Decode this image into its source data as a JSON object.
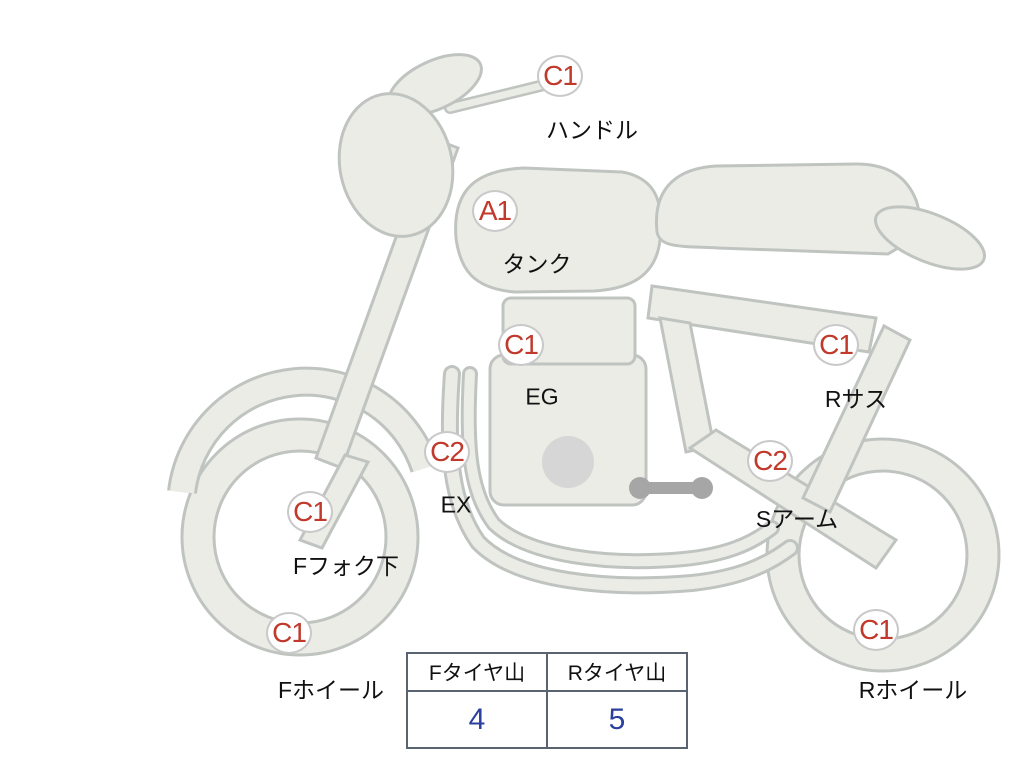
{
  "diagram": {
    "type": "motorcycle-condition-map",
    "markers": [
      {
        "part": "handle",
        "grade": "C1",
        "label": "ハンドル"
      },
      {
        "part": "tank",
        "grade": "A1",
        "label": "タンク"
      },
      {
        "part": "engine",
        "grade": "C1",
        "label": "EG"
      },
      {
        "part": "rear-suspension",
        "grade": "C1",
        "label": "Rサス"
      },
      {
        "part": "exhaust",
        "grade": "C2",
        "label": "EX"
      },
      {
        "part": "swing-arm",
        "grade": "C2",
        "label": "Sアーム"
      },
      {
        "part": "front-fork-lower",
        "grade": "C1",
        "label": "Fフォク下"
      },
      {
        "part": "front-wheel",
        "grade": "C1",
        "label": "Fホイール"
      },
      {
        "part": "rear-wheel",
        "grade": "C1",
        "label": "Rホイール"
      }
    ],
    "tire_table": {
      "headers": [
        "Fタイヤ山",
        "Rタイヤ山"
      ],
      "values": [
        "4",
        "5"
      ]
    },
    "colors": {
      "grade_text": "#c0392b",
      "tire_value_text": "#2b3f9e",
      "body_fill": "#ecece6",
      "body_stroke": "#c0c4c0",
      "table_border": "#5a6470"
    }
  }
}
